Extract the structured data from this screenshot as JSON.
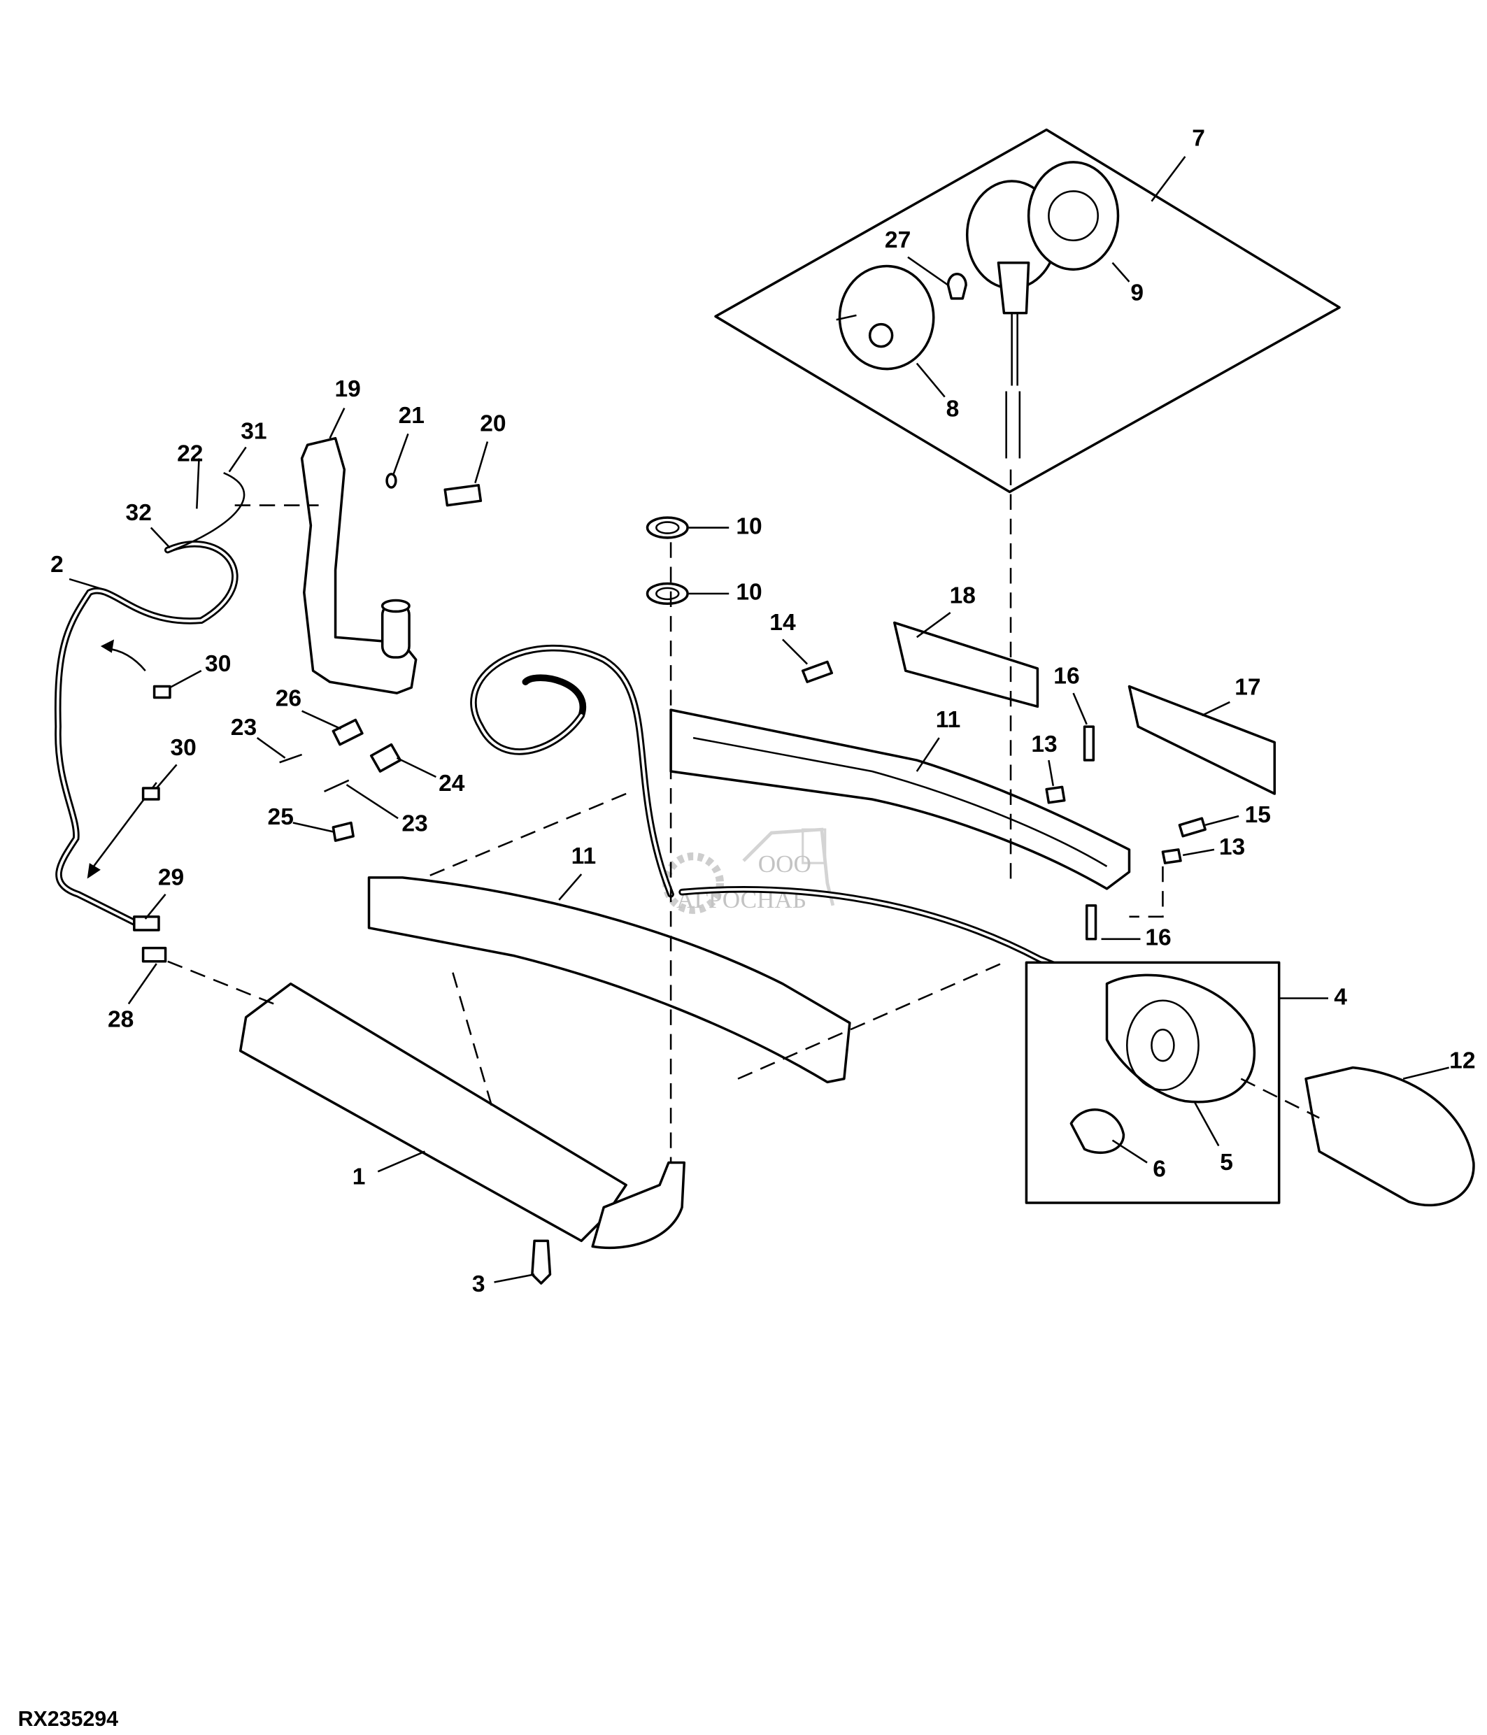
{
  "diagram": {
    "figure_code": "RX235294",
    "watermark": {
      "company_prefix": "ООО",
      "company_name": "АГРОСНАБ"
    },
    "callouts": [
      {
        "id": "c7",
        "text": "7"
      },
      {
        "id": "c27",
        "text": "27"
      },
      {
        "id": "c9",
        "text": "9"
      },
      {
        "id": "c8",
        "text": "8"
      },
      {
        "id": "c19",
        "text": "19"
      },
      {
        "id": "c21",
        "text": "21"
      },
      {
        "id": "c20",
        "text": "20"
      },
      {
        "id": "c31",
        "text": "31"
      },
      {
        "id": "c22",
        "text": "22"
      },
      {
        "id": "c32",
        "text": "32"
      },
      {
        "id": "c2",
        "text": "2"
      },
      {
        "id": "c10a",
        "text": "10"
      },
      {
        "id": "c10b",
        "text": "10"
      },
      {
        "id": "c18",
        "text": "18"
      },
      {
        "id": "c14",
        "text": "14"
      },
      {
        "id": "c30a",
        "text": "30"
      },
      {
        "id": "c16a",
        "text": "16"
      },
      {
        "id": "c17",
        "text": "17"
      },
      {
        "id": "c26",
        "text": "26"
      },
      {
        "id": "c11a",
        "text": "11"
      },
      {
        "id": "c23a",
        "text": "23"
      },
      {
        "id": "c13a",
        "text": "13"
      },
      {
        "id": "c30b",
        "text": "30"
      },
      {
        "id": "c24",
        "text": "24"
      },
      {
        "id": "c15",
        "text": "15"
      },
      {
        "id": "c25",
        "text": "25"
      },
      {
        "id": "c23b",
        "text": "23"
      },
      {
        "id": "c11b",
        "text": "11"
      },
      {
        "id": "c13b",
        "text": "13"
      },
      {
        "id": "c29",
        "text": "29"
      },
      {
        "id": "c16b",
        "text": "16"
      },
      {
        "id": "c28",
        "text": "28"
      },
      {
        "id": "c4",
        "text": "4"
      },
      {
        "id": "c12",
        "text": "12"
      },
      {
        "id": "c1",
        "text": "1"
      },
      {
        "id": "c6",
        "text": "6"
      },
      {
        "id": "c5",
        "text": "5"
      },
      {
        "id": "c3",
        "text": "3"
      }
    ]
  }
}
